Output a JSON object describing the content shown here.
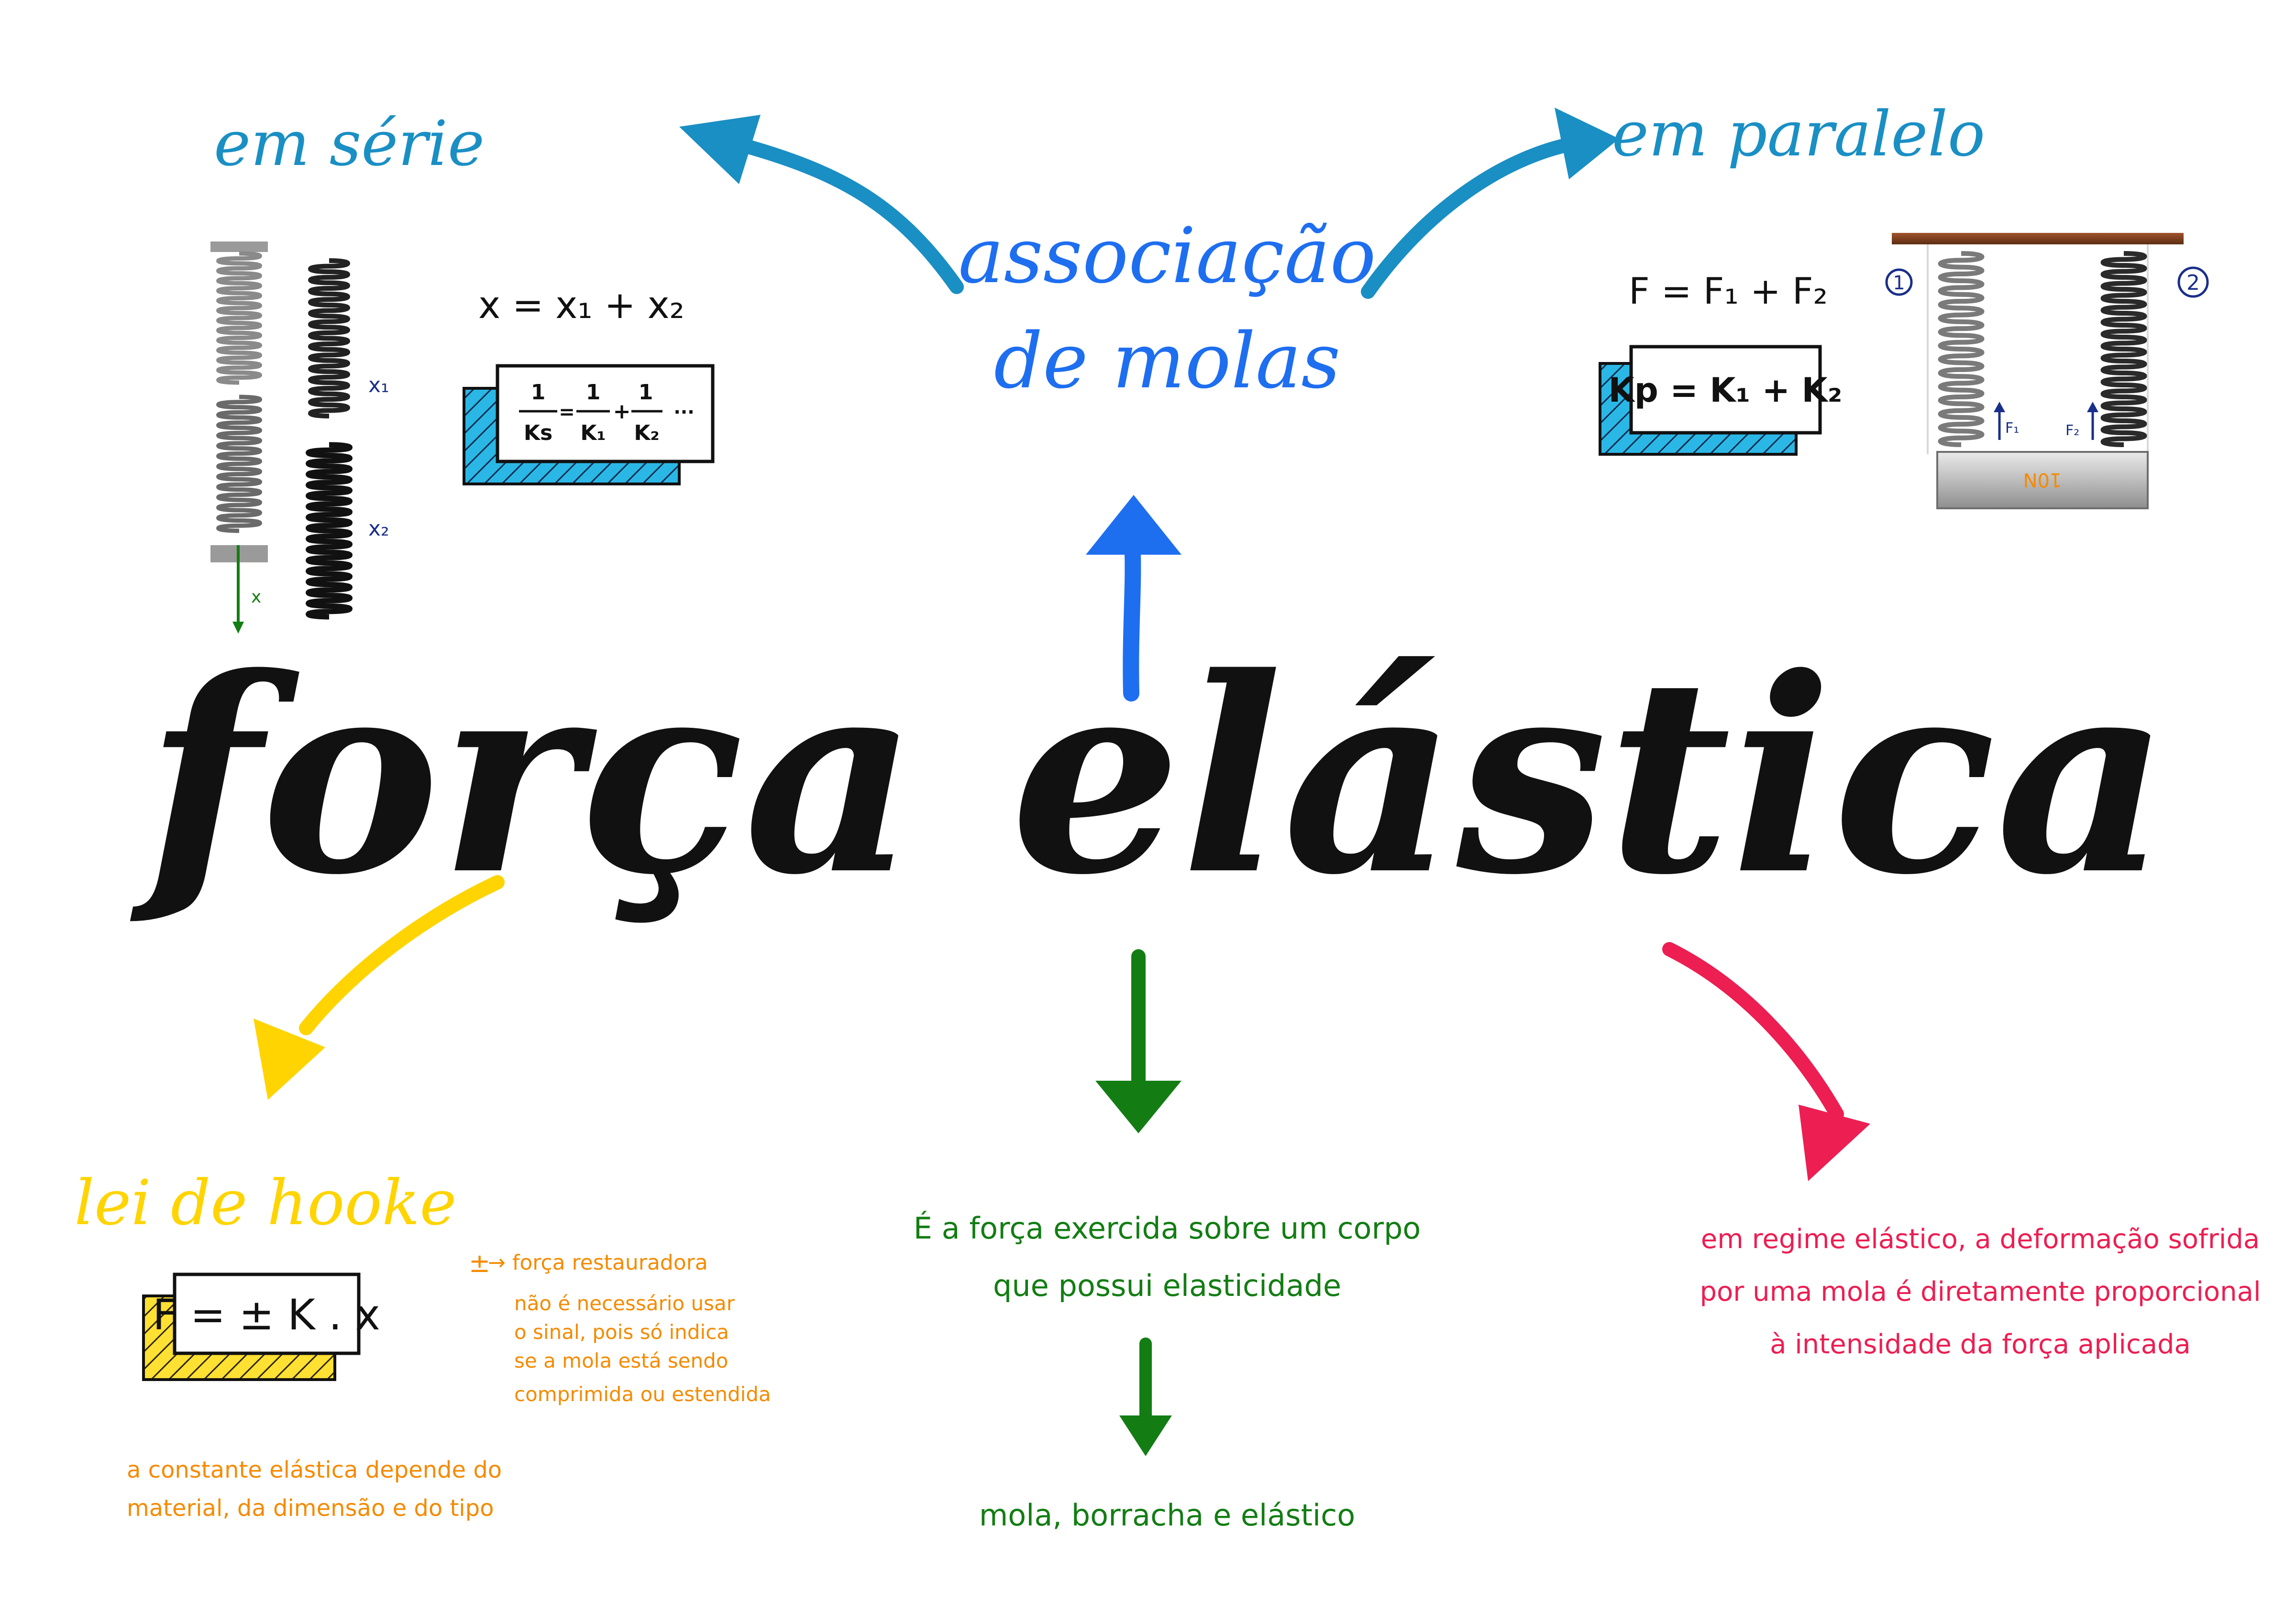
{
  "colors": {
    "blue_light": "#1a8fc4",
    "blue_dark": "#1e6ef0",
    "navy": "#1a2f8a",
    "black": "#111111",
    "yellow": "#ffd400",
    "orange": "#f58a00",
    "green": "#137d14",
    "red": "#ec1e52",
    "hatch_blue": "#2bb7e6",
    "hatch_yellow": "#ffe033",
    "wood": "#8b4513"
  },
  "center": {
    "title": "força elástica"
  },
  "association": {
    "title_line1": "associação",
    "title_line2": "de molas",
    "series": {
      "title": "em série",
      "formula_x": "x = x₁ + x₂",
      "eq_one_a": "1",
      "eq_den_a": "Ks",
      "eq_eq": "=",
      "eq_one_b": "1",
      "eq_den_b": "K₁",
      "eq_plus": "+",
      "eq_one_c": "1",
      "eq_den_c": "K₂",
      "eq_dots": "...",
      "label_x1": "x₁",
      "label_x2": "x₂",
      "label_x": "x"
    },
    "parallel": {
      "title": "em paralelo",
      "formula_f": "F = F₁ + F₂",
      "formula_k": "Kp = K₁ + K₂",
      "num_1": "1",
      "num_2": "2",
      "label_f1": "F₁",
      "label_f2": "F₂",
      "block_label": "10N"
    }
  },
  "hooke": {
    "title": "lei de hooke",
    "formula": "F = ± K . x",
    "pm_symbol": "±",
    "note_line1": "→ força restauradora",
    "note_line2": "não é necessário usar",
    "note_line3": "o sinal, pois só indica",
    "note_line4": "se a mola está sendo",
    "note_line5": "comprimida ou estendida",
    "constant_line1": "a constante elástica depende do",
    "constant_line2": "material, da dimensão e do tipo"
  },
  "definition": {
    "line1": "É a força exercida sobre um corpo",
    "line2": "que possui elasticidade",
    "examples": "mola, borracha e elástico"
  },
  "regime": {
    "line1": "em regime elástico, a deformação sofrida",
    "line2": "por uma mola é diretamente proporcional",
    "line3": "à intensidade da força aplicada"
  }
}
